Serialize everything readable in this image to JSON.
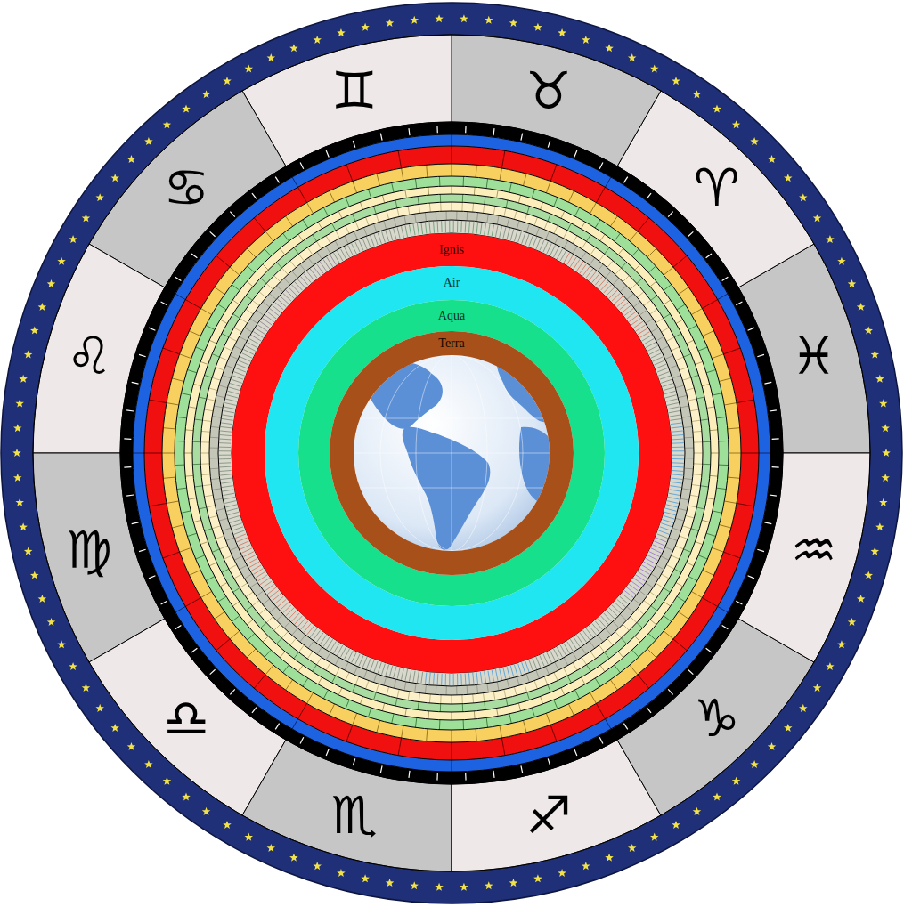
{
  "diagram": {
    "nodes": [
      {
        "text": [
          "Ignis"
        ]
      },
      {
        "text": [
          "Air"
        ]
      },
      {
        "text": [
          "Aqua"
        ]
      },
      {
        "text": [
          "Terra"
        ]
      }
    ],
    "labels": [
      "♊",
      "♉",
      "♋",
      "♈",
      "♌",
      "♓",
      "♍",
      "♒",
      "♎",
      "♑",
      "♏",
      "♐"
    ]
  }
}
